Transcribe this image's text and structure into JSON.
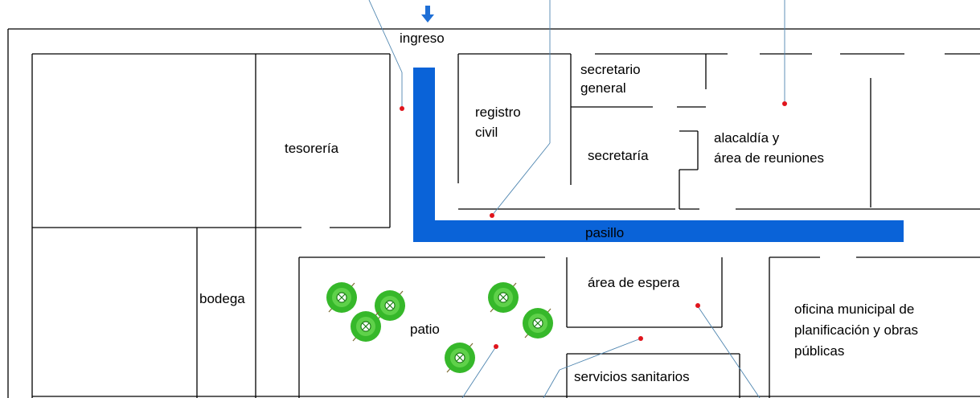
{
  "rooms": {
    "entrance": "ingreso",
    "treasury": "tesorería",
    "civil_registry_line1": "registro",
    "civil_registry_line2": "civil",
    "general_secretary_line1": "secretario",
    "general_secretary_line2": "general",
    "secretariat": "secretaría",
    "mayor_line1": "alacaldía y",
    "mayor_line2": "área de reuniones",
    "corridor": "pasillo",
    "storage": "bodega",
    "patio": "patio",
    "waiting_area": "área de espera",
    "planning_line1": "oficina municipal de",
    "planning_line2": "planificación y obras",
    "planning_line3": "públicas",
    "restrooms": "servicios sanitarios"
  },
  "colors": {
    "corridor_fill": "#0a63d8",
    "entrance_arrow": "#1f6fd6",
    "callout_line": "#4f86b0",
    "marker_dot": "#e0141c",
    "tree_fill": "#36b82a",
    "tree_dark": "#1d7d16"
  },
  "icons": {
    "entrance": "down-arrow-icon",
    "trees": "tree-icon"
  }
}
